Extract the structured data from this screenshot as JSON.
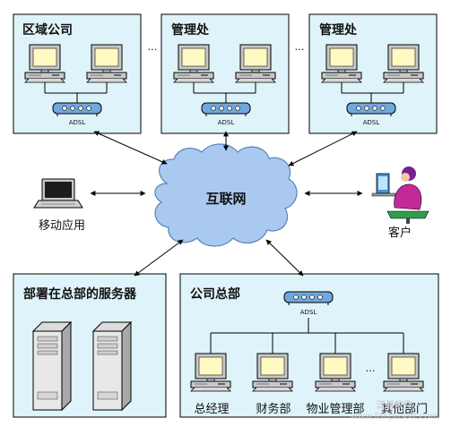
{
  "colors": {
    "panel_fill": "#dff3fa",
    "panel_border": "#000000",
    "monitor_screen": "#fff9c2",
    "computer_gray": "#c8c8c8",
    "adsl_blue": "#6fa8dc",
    "cloud_fill": "#a9c9f0",
    "cloud_stroke": "#5a82b8",
    "watermark": "#c8c8c8"
  },
  "icons": [
    "computer-icon",
    "adsl-modem-icon",
    "cloud-icon",
    "laptop-icon",
    "customer-icon",
    "server-icon",
    "arrow-icon"
  ],
  "panels": {
    "regional": {
      "title": "区域公司"
    },
    "mgmt1": {
      "title": "管理处"
    },
    "mgmt2": {
      "title": "管理处"
    },
    "servers": {
      "title": "部署在总部的服务器"
    },
    "hq": {
      "title": "公司总部"
    }
  },
  "adsl_label": "ADSL",
  "ellipsis": "…",
  "internet": {
    "label": "互联网"
  },
  "mobile": {
    "label": "移动应用"
  },
  "customer": {
    "label": "客户"
  },
  "departments": [
    "总经理",
    "财务部",
    "物业管理部",
    "其他部门"
  ],
  "watermark": {
    "brand": "泛普软件",
    "url": "www.fanpusoft.com"
  }
}
